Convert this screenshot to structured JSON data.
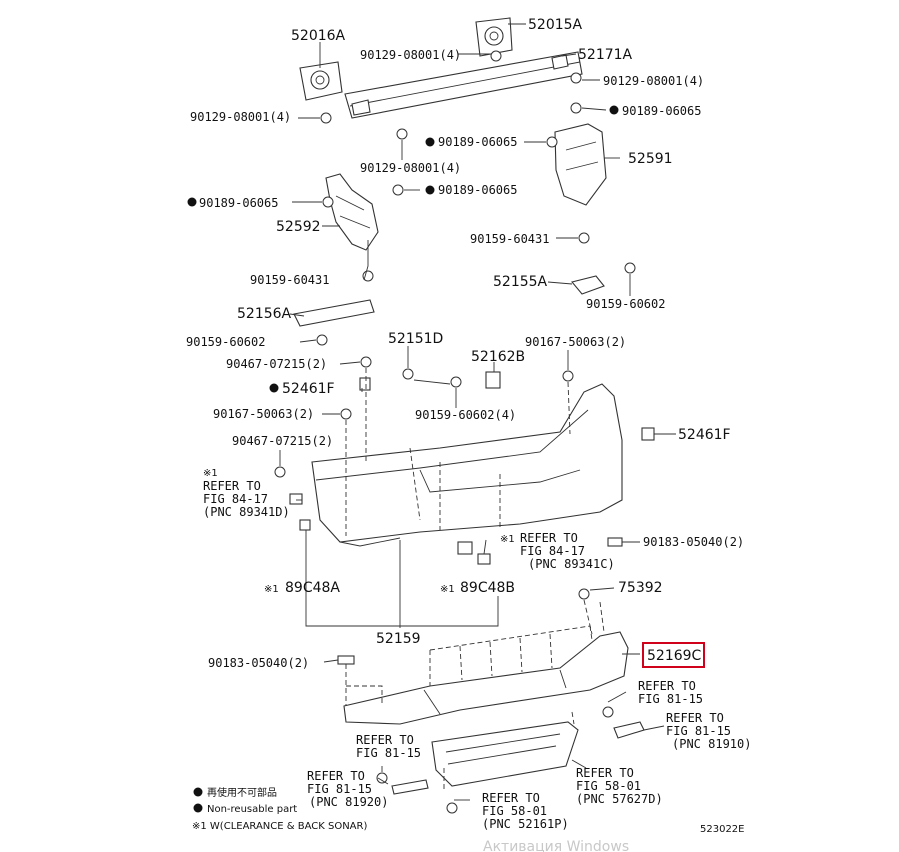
{
  "labels": {
    "p52016A": "52016A",
    "p52015A": "52015A",
    "p52171A": "52171A",
    "b90129_tl": "90129-08001(4)",
    "b90129_tr": "90129-08001(4)",
    "b90129_ml": "90129-08001(4)",
    "b90129_mc": "90129-08001(4)",
    "c90189_r1": "90189-06065",
    "c90189_r2": "90189-06065",
    "p52591": "52591",
    "c90189_l1": "90189-06065",
    "c90189_l2": "90189-06065",
    "p52592": "52592",
    "b90159_r": "90159-60431",
    "b90159_l": "90159-60431",
    "p52155A": "52155A",
    "b90159_6r": "90159-60602",
    "p52156A": "52156A",
    "b90159_6l": "90159-60602",
    "p52151D": "52151D",
    "b90167_r": "90167-50063(2)",
    "p52162B": "52162B",
    "b90467_a": "90467-07215(2)",
    "p52461F_l": "52461F",
    "b90167_l": "90167-50063(2)",
    "b90159_64": "90159-60602(4)",
    "p52461F_r": "52461F",
    "b90467_b": "90467-07215(2)",
    "b90183_r": "90183-05040(2)",
    "p89C48A": "89C48A",
    "p89C48B": "89C48B",
    "p75392": "75392",
    "p52159": "52159",
    "p52169C": "52169C",
    "b90183_l": "90183-05040(2)"
  },
  "notes": {
    "mark_a": "※1",
    "ref_a1": "REFER TO",
    "ref_a2": "FIG 84-17",
    "ref_a3": "(PNC 89341D)",
    "mark_b": "※1",
    "ref_b1": "REFER TO",
    "ref_b2": "FIG 84-17",
    "ref_b3": "(PNC 89341C)",
    "mark_c": "※1",
    "mark_d": "※1",
    "ref_c1": "REFER TO",
    "ref_c2": "FIG 81-15",
    "ref_d1": "REFER TO",
    "ref_d2": "FIG 81-15",
    "ref_d3": "(PNC 81910)",
    "ref_e1": "REFER TO",
    "ref_e2": "FIG 81-15",
    "ref_f1": "REFER TO",
    "ref_f2": "FIG 81-15",
    "ref_f3": "(PNC 81920)",
    "ref_g1": "REFER TO",
    "ref_g2": "FIG 58-01",
    "ref_g3": "(PNC 57627D)",
    "ref_h1": "REFER TO",
    "ref_h2": "FIG 58-01",
    "ref_h3": "(PNC 52161P)"
  },
  "legend": {
    "line1": "再使用不可部品",
    "line2": "Non-reusable part",
    "line3": "※1 W(CLEARANCE & BACK SONAR)"
  },
  "footer": {
    "figure_code": "523022E",
    "watermark": "Активация Windows"
  },
  "highlight_color": "#d0021b"
}
